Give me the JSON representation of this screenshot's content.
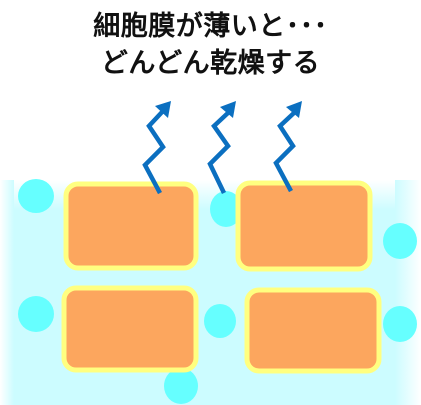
{
  "caption": {
    "line1": "細胞膜が薄いと･･･",
    "line2": "どんどん乾燥する"
  },
  "colors": {
    "background_fluid": "#ccfcff",
    "fluid_edge": "#ffffff",
    "cell_fill": "#fca65e",
    "cell_membrane": "#ffff80",
    "water_droplet": "#66ffff",
    "evaporation_arrow": "#0b6fc0",
    "text": "#111111"
  },
  "icons": {
    "evaporation": "zigzag-up-arrow",
    "moisture": "water-droplet",
    "cell": "skin-cell"
  }
}
